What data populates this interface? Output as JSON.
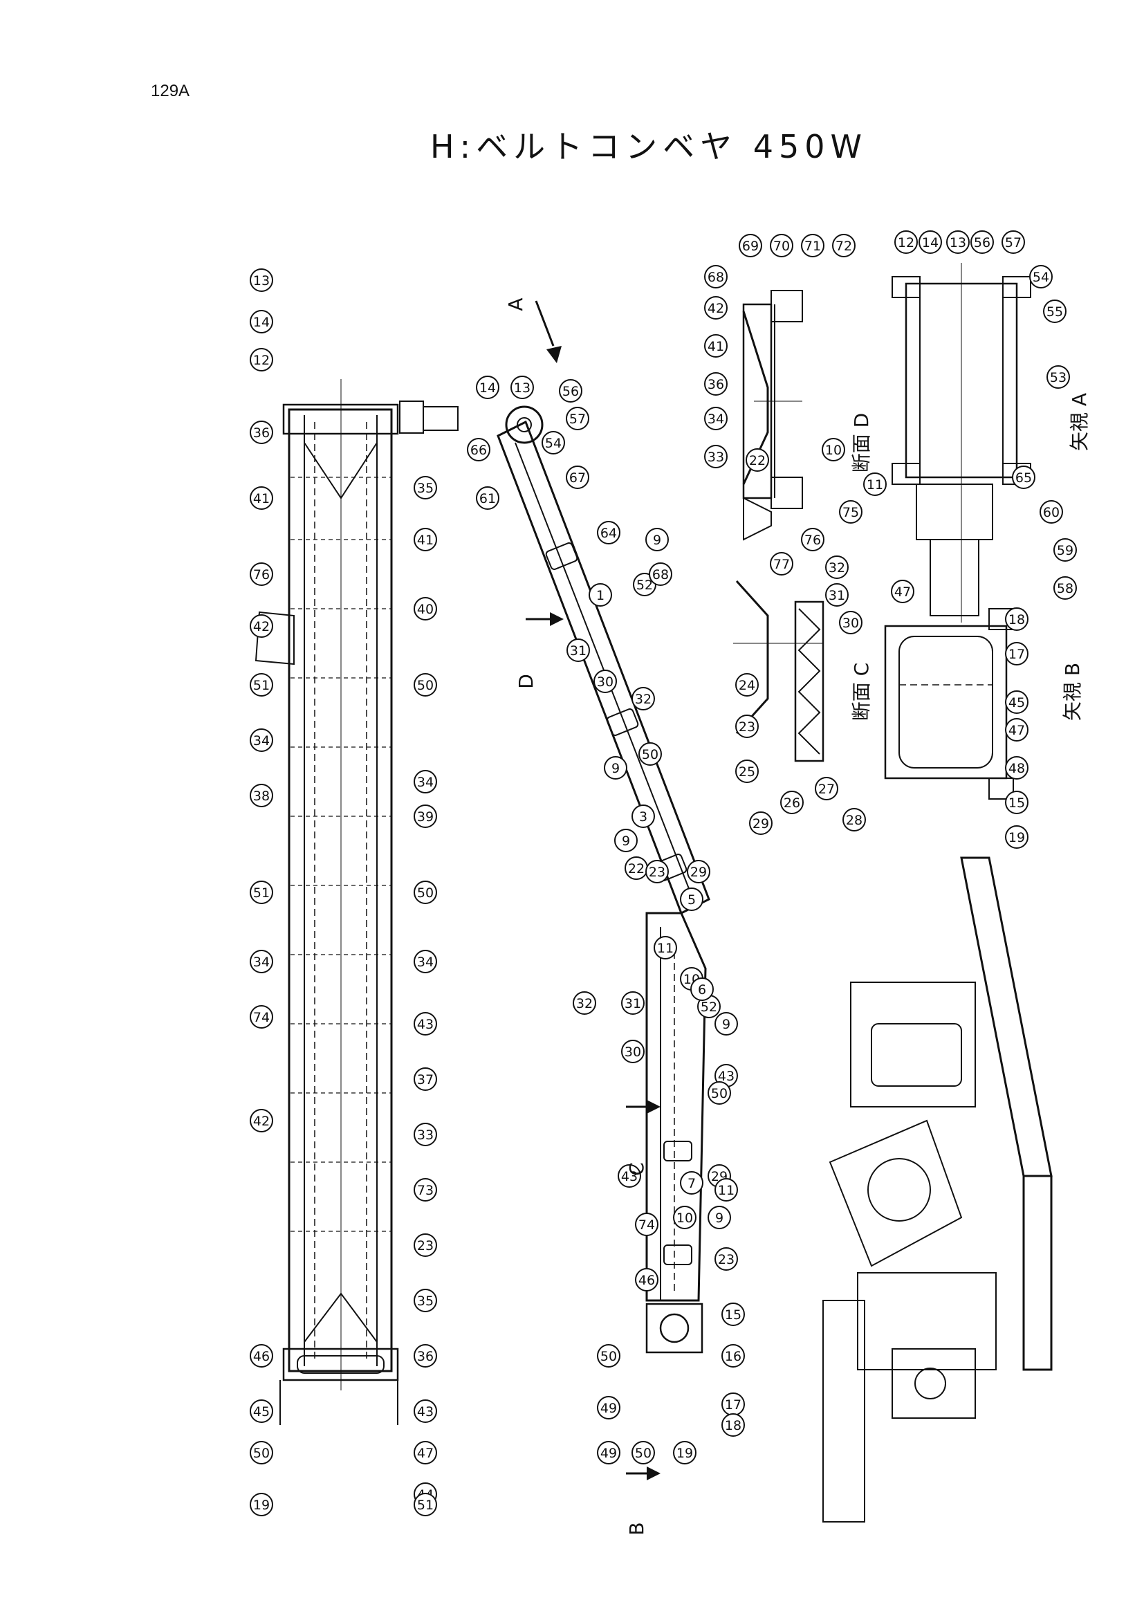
{
  "header": {
    "page_number": "129A",
    "title": "H:ベルトコンベヤ 450W"
  },
  "view_labels": {
    "arrow_view_a": "矢視 A",
    "arrow_view_b": "矢視 B",
    "section_c": "断面 C",
    "section_d": "断面 D",
    "marker_a": "A",
    "marker_b": "B",
    "marker_c": "C",
    "marker_d": "D"
  },
  "callouts": {
    "plan_view_left": [
      "13",
      "14",
      "12",
      "36",
      "41",
      "76",
      "42",
      "51",
      "34",
      "38",
      "51",
      "34",
      "74",
      "42",
      "46",
      "45",
      "50",
      "19"
    ],
    "plan_view_right": [
      "35",
      "41",
      "40",
      "50",
      "34",
      "39",
      "50",
      "34",
      "43",
      "37",
      "33",
      "73",
      "23",
      "35",
      "36",
      "43",
      "47",
      "44",
      "51"
    ],
    "side_view": [
      "14",
      "13",
      "56",
      "66",
      "57",
      "54",
      "67",
      "61",
      "64",
      "9",
      "1",
      "52",
      "68",
      "31",
      "30",
      "32",
      "50",
      "9",
      "3",
      "22",
      "9",
      "23",
      "29",
      "5",
      "11",
      "10",
      "31",
      "30",
      "32",
      "52",
      "9",
      "43",
      "50",
      "6",
      "29",
      "9",
      "23",
      "7",
      "43",
      "10",
      "11",
      "74",
      "46",
      "15",
      "50",
      "16",
      "49",
      "17",
      "18",
      "50",
      "49",
      "19"
    ],
    "section_d": [
      "69",
      "70",
      "71",
      "72",
      "68",
      "42",
      "41",
      "36",
      "34",
      "33",
      "22",
      "10",
      "11",
      "75",
      "76",
      "77"
    ],
    "arrow_view_a": [
      "12",
      "14",
      "13",
      "56",
      "57",
      "54",
      "55",
      "53",
      "65",
      "60",
      "59",
      "58"
    ],
    "section_c": [
      "32",
      "31",
      "30",
      "24",
      "23",
      "25",
      "29",
      "26",
      "27",
      "28"
    ],
    "arrow_view_b": [
      "47",
      "18",
      "17",
      "45",
      "47",
      "48",
      "15",
      "19"
    ]
  }
}
